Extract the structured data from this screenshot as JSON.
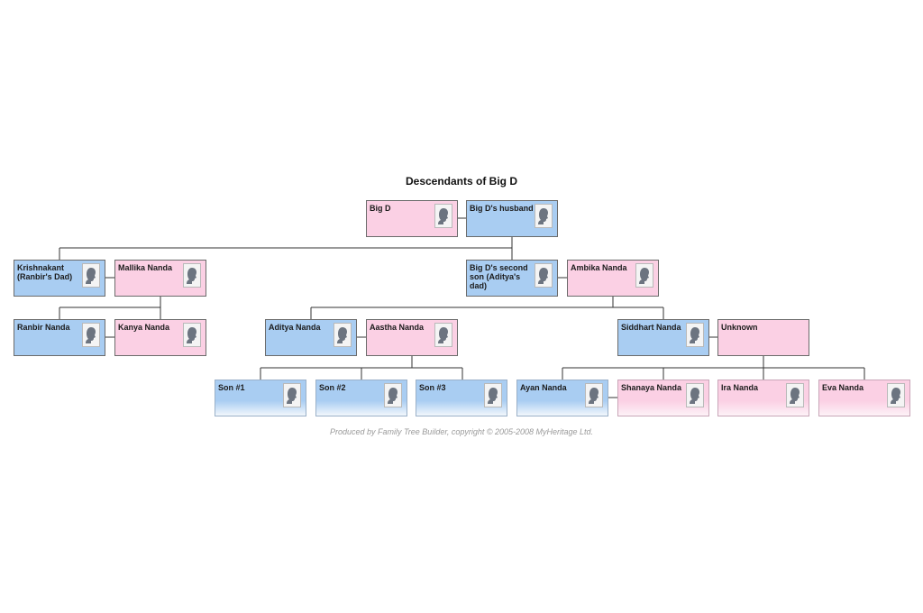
{
  "title": "Descendants of Big D",
  "footer": "Produced by Family Tree Builder, copyright © 2005-2008 MyHeritage Ltd.",
  "people": [
    {
      "id": "big-d",
      "name": "Big D",
      "gender": "female",
      "fade": false
    },
    {
      "id": "big-d-husband",
      "name": "Big D's husband",
      "gender": "male",
      "fade": false
    },
    {
      "id": "krishnakant",
      "name": "Krishnakant (Ranbir's Dad)",
      "gender": "male",
      "fade": false
    },
    {
      "id": "mallika",
      "name": "Mallika Nanda",
      "gender": "female",
      "fade": false
    },
    {
      "id": "second-son",
      "name": "Big D's second son (Aditya's dad)",
      "gender": "male",
      "fade": false
    },
    {
      "id": "ambika",
      "name": "Ambika Nanda",
      "gender": "female",
      "fade": false
    },
    {
      "id": "ranbir",
      "name": "Ranbir Nanda",
      "gender": "male",
      "fade": false
    },
    {
      "id": "kanya",
      "name": "Kanya Nanda",
      "gender": "female",
      "fade": false
    },
    {
      "id": "aditya",
      "name": "Aditya Nanda",
      "gender": "male",
      "fade": false
    },
    {
      "id": "aastha",
      "name": "Aastha Nanda",
      "gender": "female",
      "fade": false
    },
    {
      "id": "siddhart",
      "name": "Siddhart Nanda",
      "gender": "male",
      "fade": false
    },
    {
      "id": "unknown",
      "name": "Unknown",
      "gender": "female",
      "fade": false,
      "no_photo": true
    },
    {
      "id": "son1",
      "name": "Son #1",
      "gender": "male",
      "fade": true
    },
    {
      "id": "son2",
      "name": "Son #2",
      "gender": "male",
      "fade": true
    },
    {
      "id": "son3",
      "name": "Son #3",
      "gender": "male",
      "fade": true
    },
    {
      "id": "ayan",
      "name": "Ayan Nanda",
      "gender": "male",
      "fade": true
    },
    {
      "id": "shanaya",
      "name": "Shanaya Nanda",
      "gender": "female",
      "fade": true
    },
    {
      "id": "ira",
      "name": "Ira Nanda",
      "gender": "female",
      "fade": true
    },
    {
      "id": "eva",
      "name": "Eva Nanda",
      "gender": "female",
      "fade": true
    }
  ],
  "colors": {
    "male": "#a9cdf2",
    "female": "#fbd0e4",
    "line": "#333333"
  }
}
